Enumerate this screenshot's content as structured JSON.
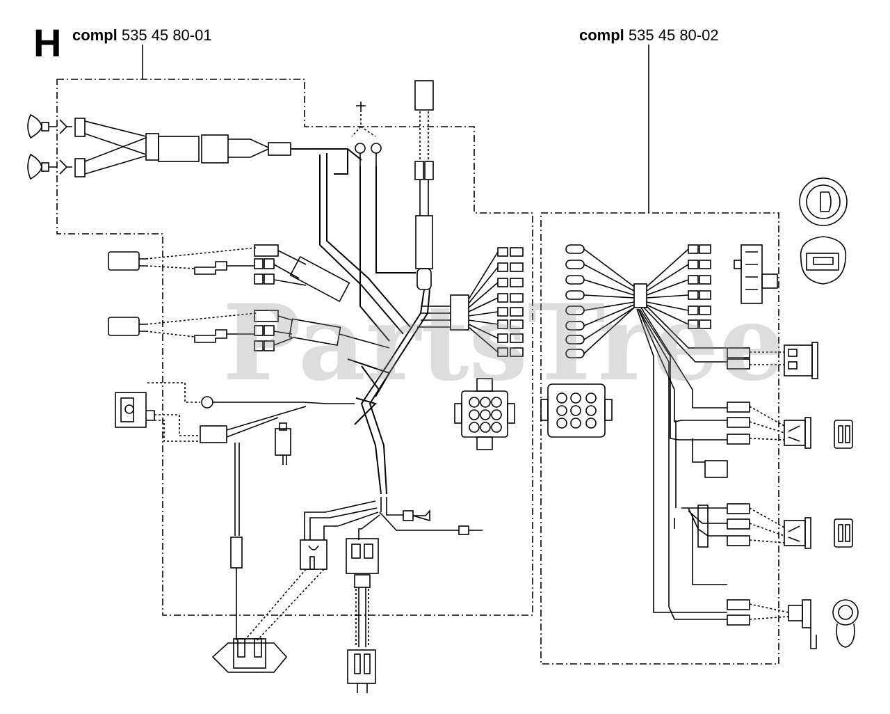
{
  "section_letter": "H",
  "assemblies": [
    {
      "prefix": "compl",
      "part_number": "535 45 80-01"
    },
    {
      "prefix": "compl",
      "part_number": "535 45 80-02"
    }
  ],
  "watermark": "PartsTree",
  "colors": {
    "line": "#000000",
    "watermark": "#969696"
  }
}
